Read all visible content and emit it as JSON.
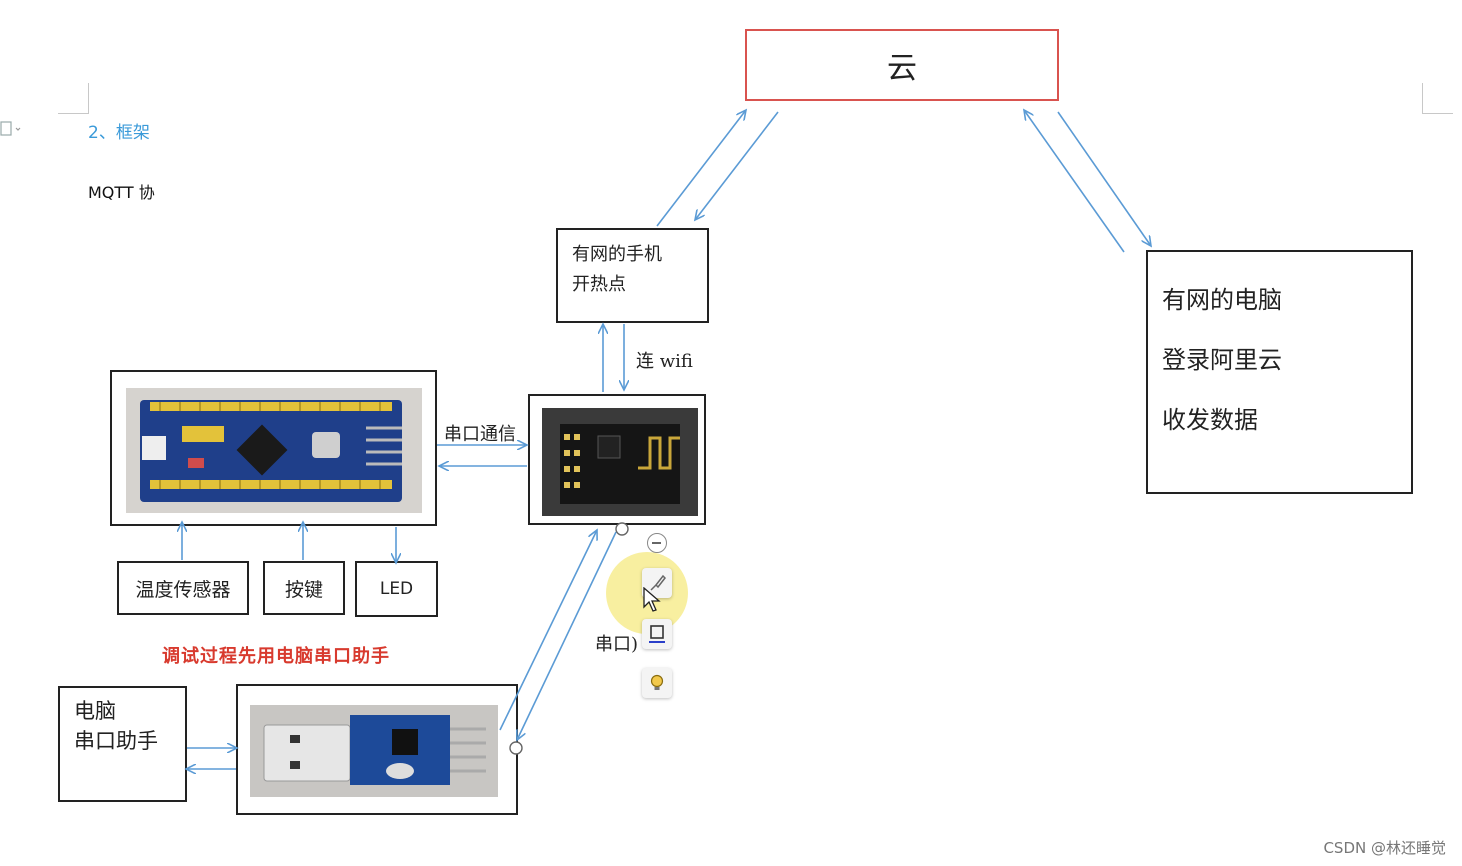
{
  "doc": {
    "heading": "2、框架",
    "subheading": "MQTT 协"
  },
  "nodes": {
    "cloud": "云",
    "phone_line1": "有网的手机",
    "phone_line2": "开热点",
    "pc_cloud_line1": "有网的电脑",
    "pc_cloud_line2": "登录阿里云",
    "pc_cloud_line3": "收发数据",
    "pc_tool_line1": "电脑",
    "pc_tool_line2": "串口助手",
    "sensor": "温度传感器",
    "key": "按键",
    "led": "LED"
  },
  "edge_labels": {
    "wifi": "连 wifi",
    "serial_top": "串口通信",
    "serial_bottom": "串口)"
  },
  "note": "调试过程先用电脑串口助手",
  "watermark": "CSDN @林还睡觉",
  "colors": {
    "arrow": "#5b9bd5",
    "cloud_border": "#d9534f",
    "heading": "#3a9ad9",
    "note": "#d83a2e",
    "pcb": "#1f3f8a",
    "pins": "#e3c23a"
  },
  "toolbar_icons": [
    "minus-icon",
    "brush-icon",
    "textbox-icon",
    "lightbulb-icon"
  ]
}
